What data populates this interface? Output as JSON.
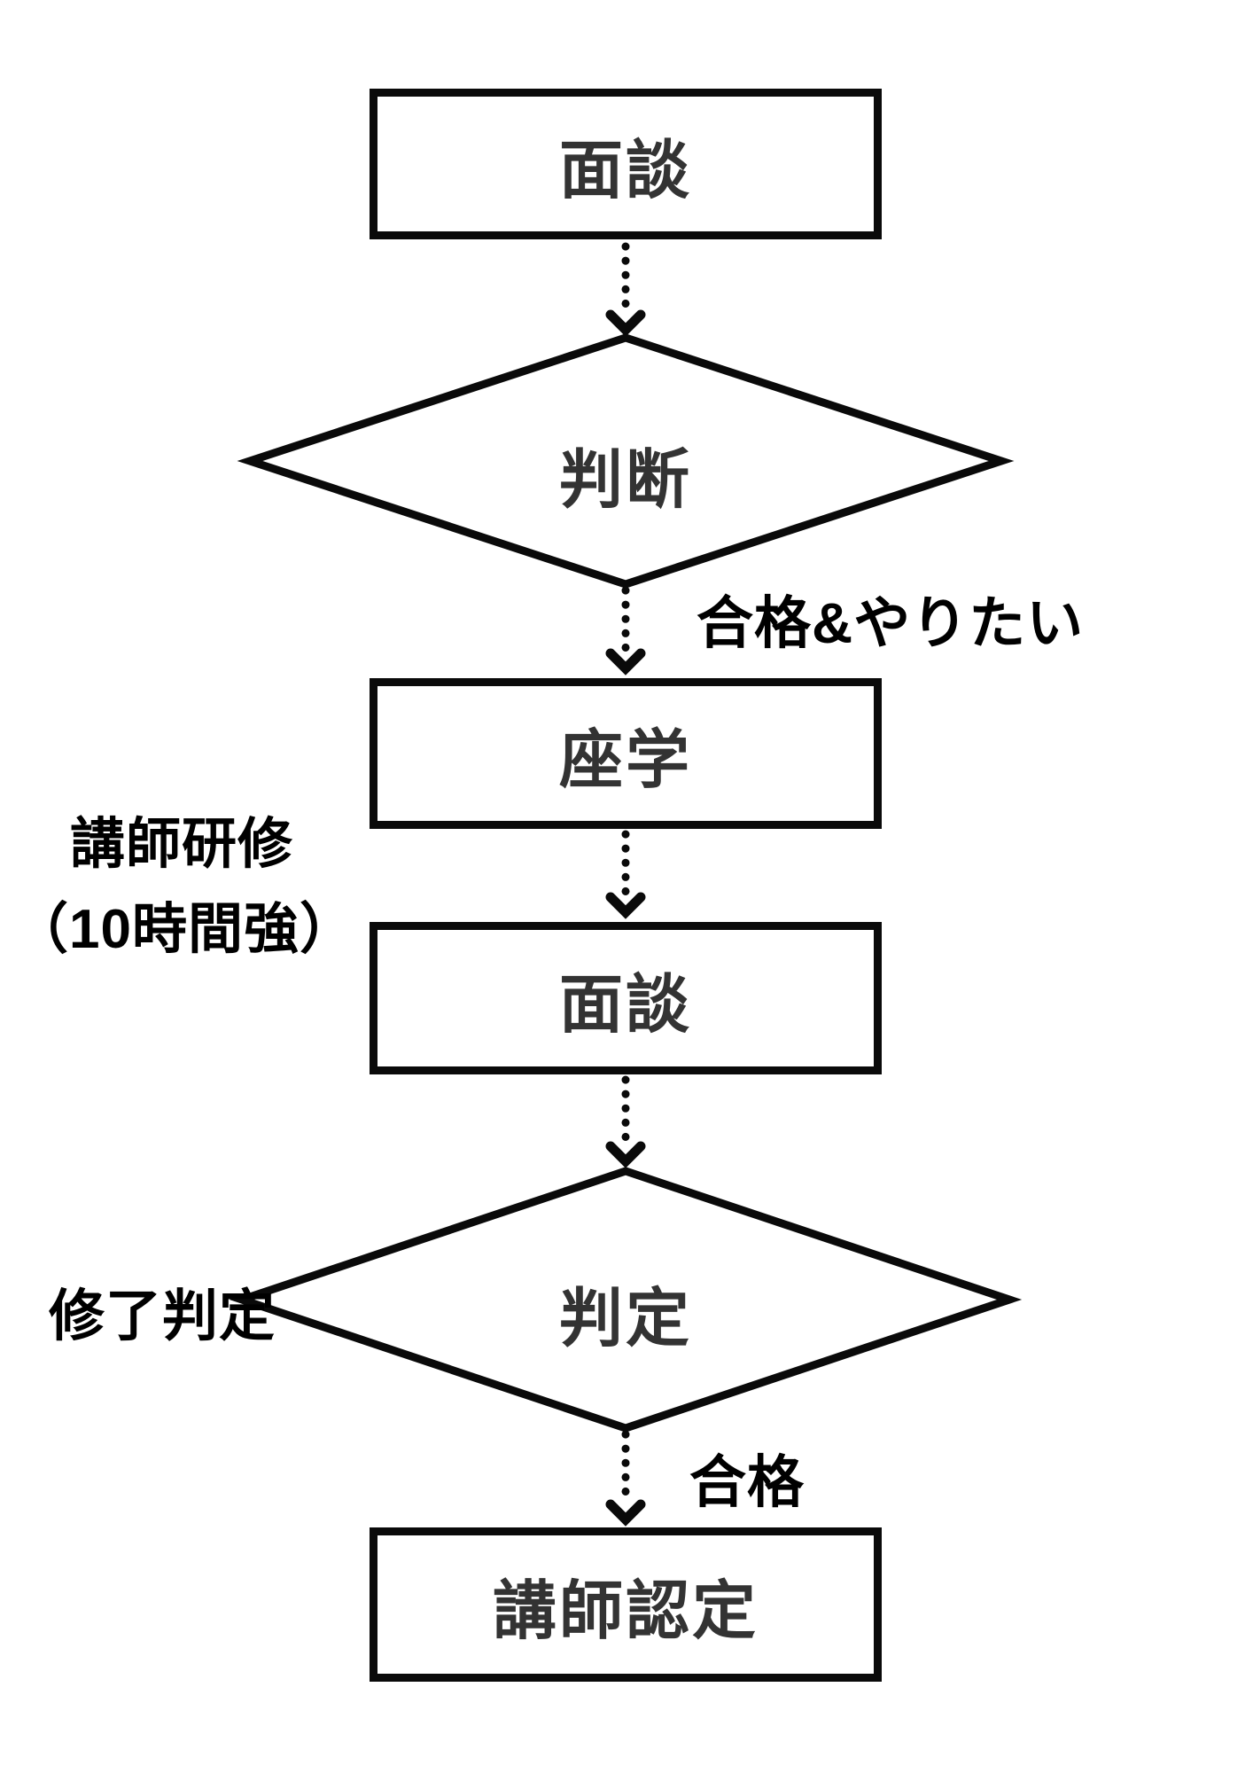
{
  "flowchart": {
    "nodes": {
      "interview1": {
        "type": "process",
        "label": "面談"
      },
      "judgment1": {
        "type": "decision",
        "label": "判断"
      },
      "lecture": {
        "type": "process",
        "label": "座学"
      },
      "interview2": {
        "type": "process",
        "label": "面談"
      },
      "judgment2": {
        "type": "decision",
        "label": "判定"
      },
      "certification": {
        "type": "process",
        "label": "講師認定"
      }
    },
    "edge_labels": {
      "after_judgment1": "合格&やりたい",
      "after_judgment2": "合格"
    },
    "side_annotations": {
      "training_title": "講師研修",
      "training_duration": "（10時間強）",
      "completion_check": "修了判定"
    },
    "colors": {
      "background": "#ffffff",
      "shape_stroke": "#0a0a0a",
      "node_text": "#333333",
      "annotation_text": "#000000"
    }
  }
}
